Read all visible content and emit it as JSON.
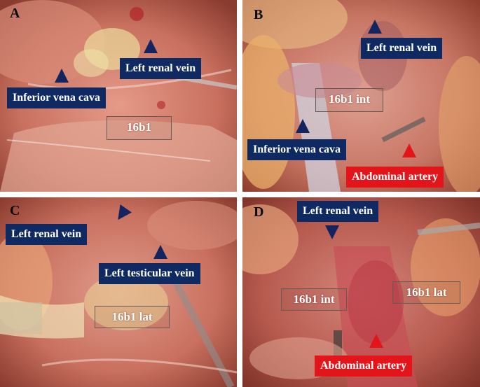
{
  "panels": {
    "a": {
      "letter": "A",
      "labels": {
        "left_renal_vein": "Left renal vein",
        "ivc": "Inferior vena cava",
        "region": "16b1"
      }
    },
    "b": {
      "letter": "B",
      "labels": {
        "left_renal_vein": "Left renal vein",
        "ivc": "Inferior vena cava",
        "region": "16b1 int",
        "artery": "Abdominal artery"
      }
    },
    "c": {
      "letter": "C",
      "labels": {
        "left_renal_vein": "Left renal vein",
        "testicular": "Left testicular vein",
        "region": "16b1 lat"
      }
    },
    "d": {
      "letter": "D",
      "labels": {
        "left_renal_vein": "Left renal vein",
        "region_int": "16b1 int",
        "region_lat": "16b1 lat",
        "artery": "Abdominal artery"
      }
    }
  },
  "colors": {
    "label_blue": "#0f2a63",
    "label_red": "#e3141a",
    "tissue": "#d8847a"
  }
}
